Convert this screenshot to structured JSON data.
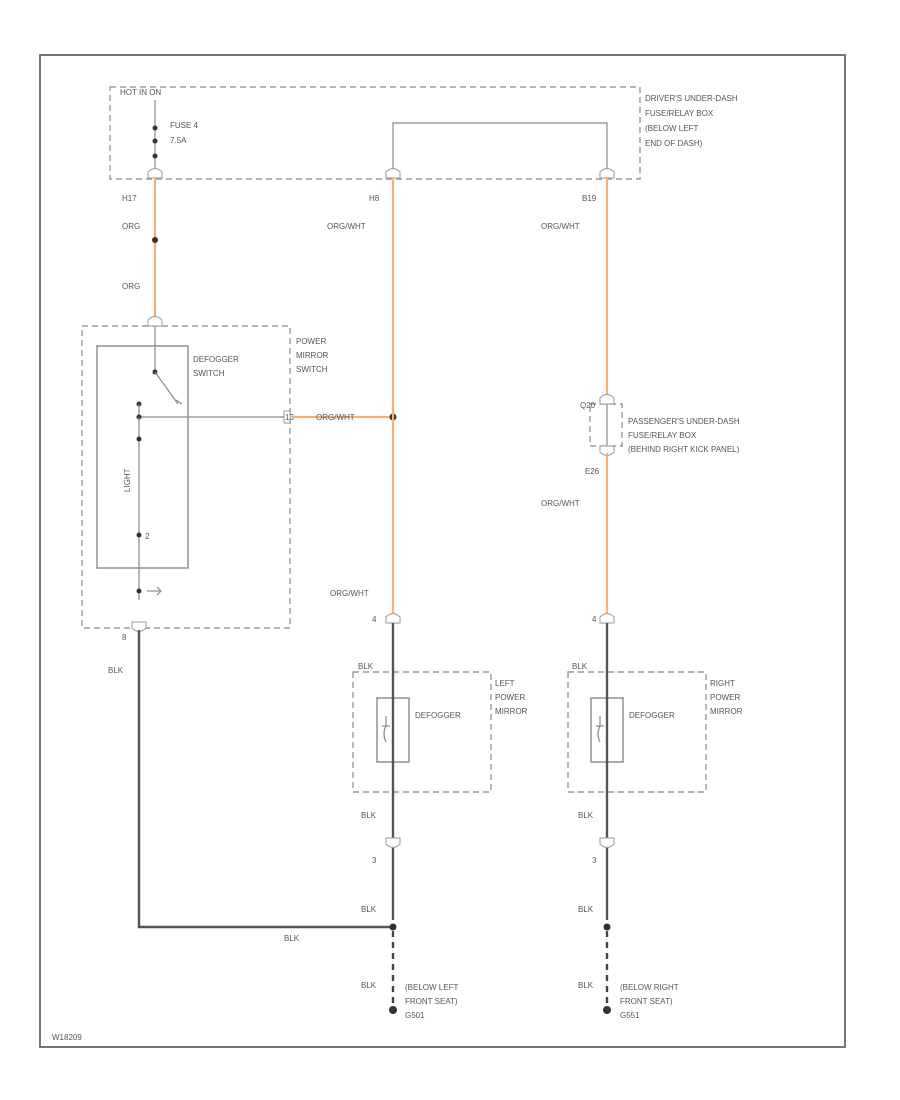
{
  "drivers_box": {
    "hot_label": "HOT IN ON",
    "fuse_label": "FUSE 4",
    "fuse_rating": "7.5A",
    "title_lines": [
      "DRIVER'S UNDER-DASH",
      "FUSE/RELAY BOX",
      "(BELOW LEFT",
      "END OF DASH)"
    ]
  },
  "wires": {
    "c1_pin": "H17",
    "c1_color_a": "ORG",
    "c1_color_b": "ORG",
    "c2_pin": "H8",
    "c2_color": "ORG/WHT",
    "c3_pin": "B19",
    "c3_color": "ORG/WHT",
    "switch_out_pin": "13",
    "switch_out_color": "ORG/WHT",
    "left_lower_color": "ORG/WHT",
    "right_lower_color": "ORG/WHT",
    "ground_bus_color": "BLK",
    "switch_gnd_pin": "8",
    "switch_gnd_color": "BLK"
  },
  "switch": {
    "title_lines": [
      "POWER",
      "MIRROR",
      "SWITCH"
    ],
    "inner_lines": [
      "DEFOGGER",
      "SWITCH"
    ],
    "inner_vertical": "LIGHT",
    "pin_label": "2"
  },
  "passenger_box": {
    "top_pin": "Q20",
    "bottom_pin": "E26",
    "title_lines": [
      "PASSENGER'S UNDER-DASH",
      "FUSE/RELAY BOX",
      "(BEHIND RIGHT KICK PANEL)"
    ]
  },
  "left_mirror": {
    "in_pin": "4",
    "in_color": "BLK",
    "title_lines": [
      "LEFT",
      "POWER",
      "MIRROR"
    ],
    "element_label": "DEFOGGER",
    "out_color": "BLK",
    "out_pin": "3",
    "lower_color": "BLK",
    "gnd_color": "BLK",
    "gnd_lines": [
      "(BELOW LEFT",
      "FRONT SEAT)",
      "G501"
    ]
  },
  "right_mirror": {
    "in_pin": "4",
    "in_color": "BLK",
    "title_lines": [
      "RIGHT",
      "POWER",
      "MIRROR"
    ],
    "element_label": "DEFOGGER",
    "out_color": "BLK",
    "out_pin": "3",
    "lower_color": "BLK",
    "gnd_color": "BLK",
    "gnd_lines": [
      "(BELOW RIGHT",
      "FRONT SEAT)",
      "G551"
    ]
  },
  "footer": {
    "code": "W18209"
  }
}
